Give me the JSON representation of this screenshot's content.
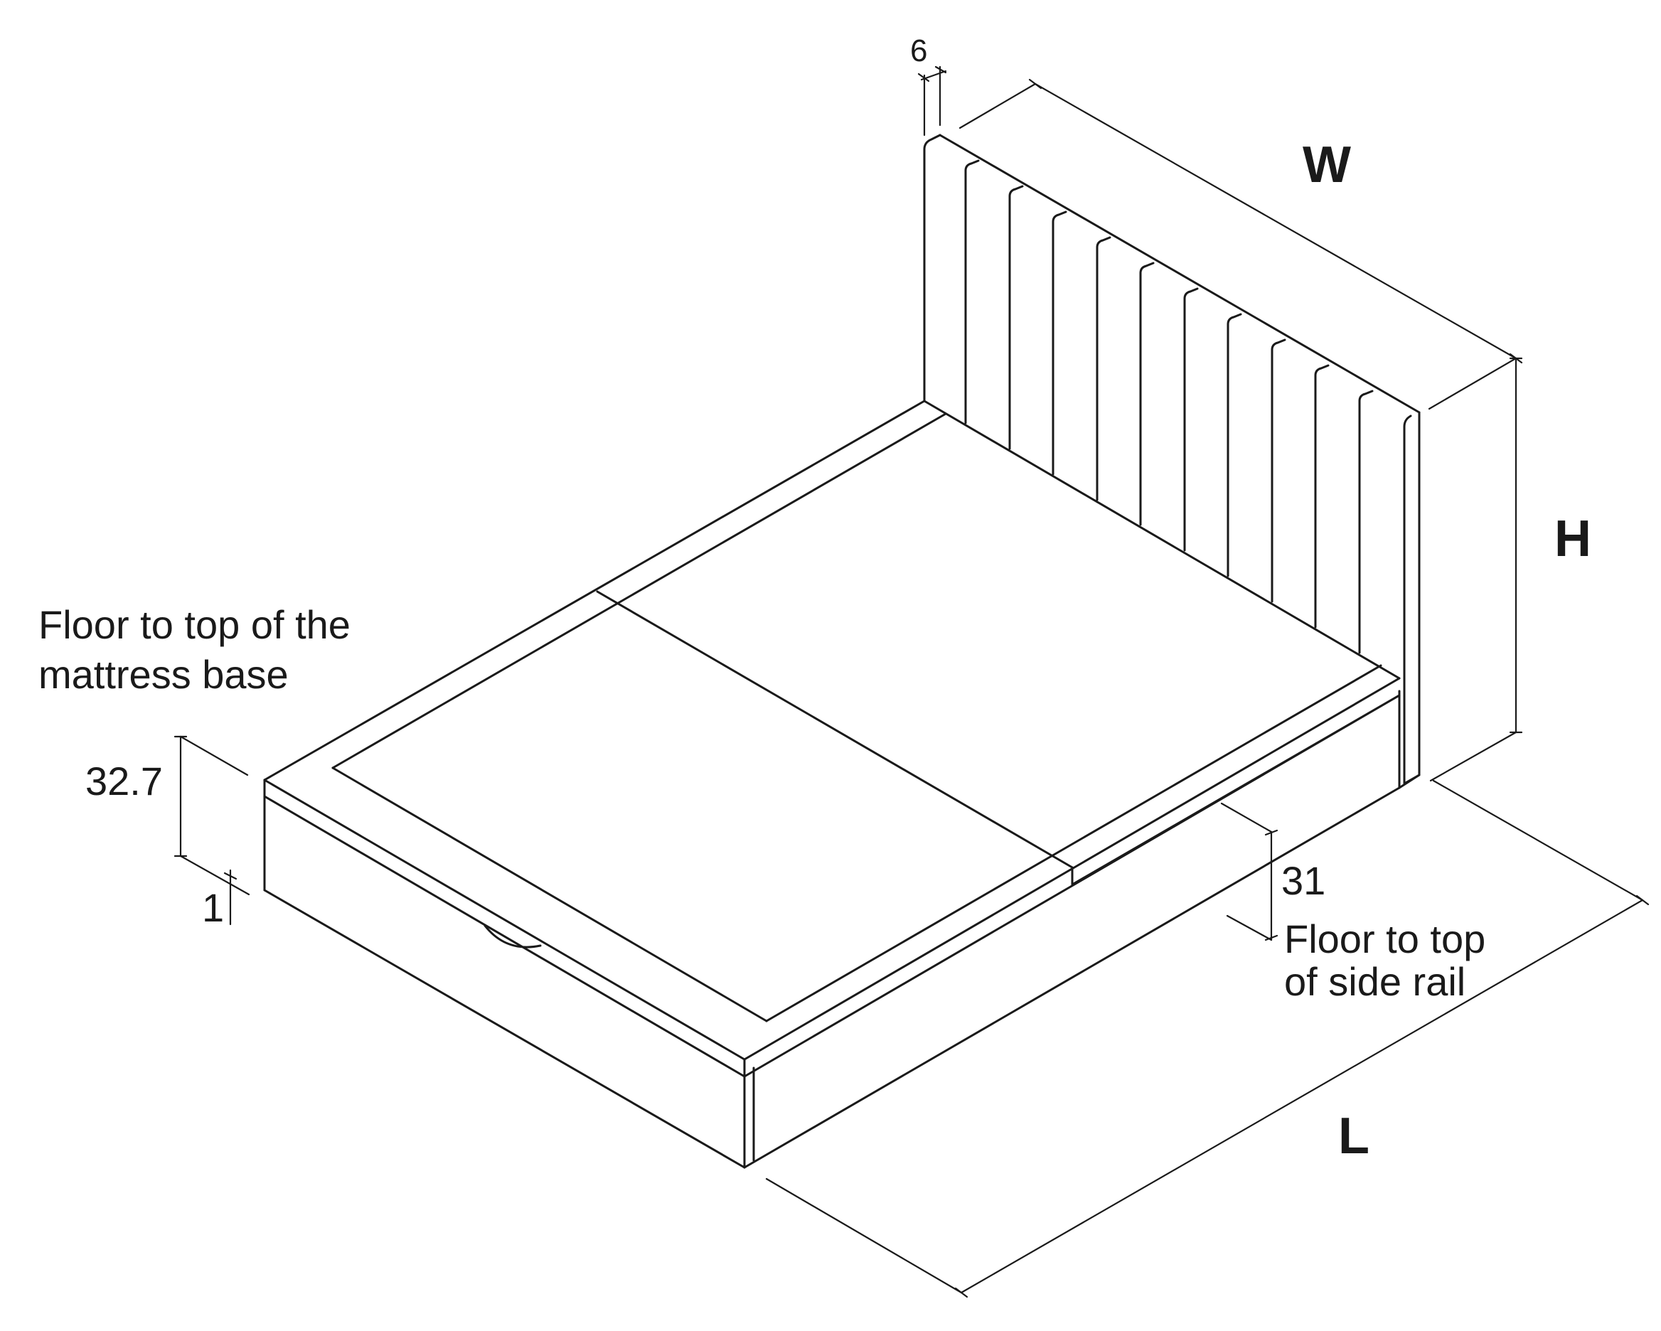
{
  "labels": {
    "width": "W",
    "height": "H",
    "length": "L",
    "headboard_thickness": "6",
    "mattress_base_height": "32.7",
    "base_lip": "1",
    "side_rail_height": "31",
    "mattress_base_note": [
      "Floor to top of the",
      "mattress base"
    ],
    "side_rail_note": [
      "Floor to top",
      "of side rail"
    ]
  },
  "colors": {
    "line": "#1a1a1a",
    "background": "#ffffff"
  }
}
